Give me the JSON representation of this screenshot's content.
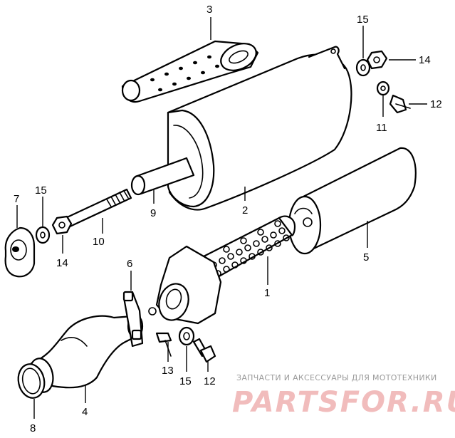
{
  "diagram": {
    "callouts": {
      "c1": "1",
      "c2": "2",
      "c3": "3",
      "c4": "4",
      "c5": "5",
      "c6": "6",
      "c7": "7",
      "c8": "8",
      "c9": "9",
      "c10": "10",
      "c11": "11",
      "c12a": "12",
      "c12b": "12",
      "c13": "13",
      "c14a": "14",
      "c14b": "14",
      "c15a": "15",
      "c15b": "15",
      "c15c": "15"
    }
  },
  "watermark": {
    "caption": "ЗАПЧАСТИ И АКСЕССУАРЫ ДЛЯ МОТОТЕХНИКИ",
    "logo": "PARTSFOR.RU",
    "logo_color": "#f1bcbc"
  }
}
